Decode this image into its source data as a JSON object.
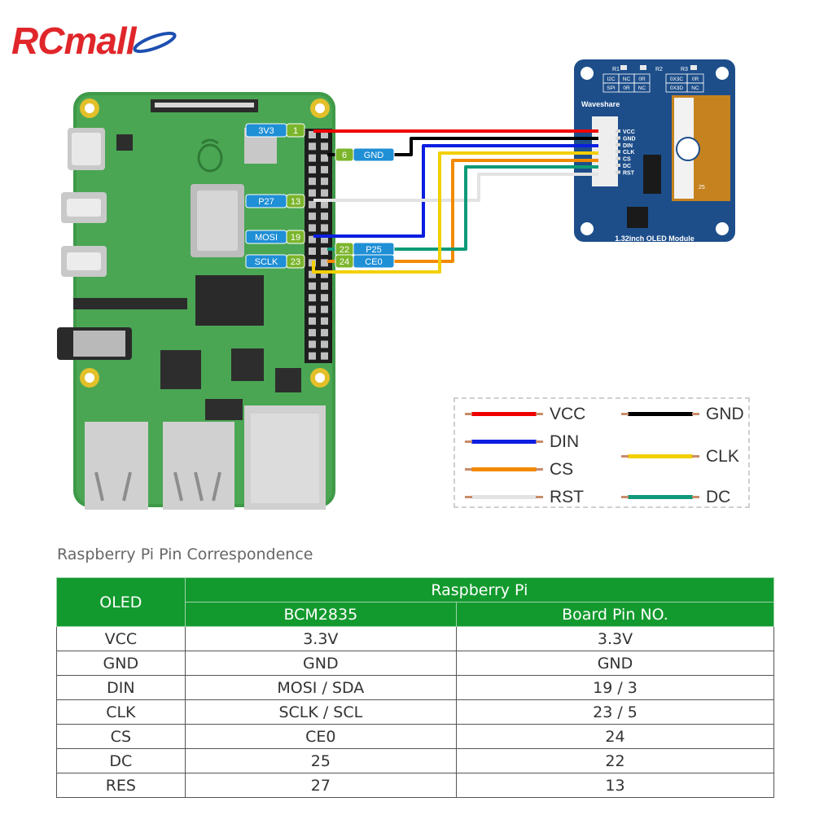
{
  "brand": {
    "logo_text": "RCmall"
  },
  "pins_left": [
    {
      "name": "3V3",
      "num": "1"
    },
    {
      "name": "P27",
      "num": "13"
    },
    {
      "name": "MOSI",
      "num": "19"
    },
    {
      "name": "SCLK",
      "num": "23"
    }
  ],
  "pins_right": [
    {
      "name": "GND",
      "num": "6"
    },
    {
      "name": "P25",
      "num": "22"
    },
    {
      "name": "CE0",
      "num": "24"
    }
  ],
  "oled": {
    "module_label": "1.32inch OLED Module",
    "brand_label": "Waveshare",
    "connector_pins": [
      "VCC",
      "GND",
      "DIN",
      "CLK",
      "CS",
      "DC",
      "RST"
    ],
    "resistors": [
      "R1",
      "R2",
      "R3"
    ],
    "table_left": [
      [
        "I2C",
        "NC",
        "0R"
      ],
      [
        "SPI",
        "0R",
        "NC"
      ]
    ],
    "table_right": [
      [
        "0X3C",
        "0R"
      ],
      [
        "0X3D",
        "NC"
      ]
    ],
    "flex_number": "25"
  },
  "legend": [
    {
      "label": "VCC",
      "color": "#ee0000"
    },
    {
      "label": "GND",
      "color": "#000000"
    },
    {
      "label": "DIN",
      "color": "#0a1ee0"
    },
    {
      "label": "CLK",
      "color": "#f2d000"
    },
    {
      "label": "CS",
      "color": "#f28a00"
    },
    {
      "label": "DC",
      "color": "#0e9a78"
    },
    {
      "label": "RST",
      "color": "#e3e3e3"
    }
  ],
  "section_title": "Raspberry Pi Pin Correspondence",
  "table": {
    "oled_header": "OLED",
    "rpi_header": "Raspberry Pi",
    "col_bcm": "BCM2835",
    "col_board": "Board Pin NO.",
    "rows": [
      [
        "VCC",
        "3.3V",
        "3.3V"
      ],
      [
        "GND",
        "GND",
        "GND"
      ],
      [
        "DIN",
        "MOSI / SDA",
        "19 / 3"
      ],
      [
        "CLK",
        "SCLK / SCL",
        "23 / 5"
      ],
      [
        "CS",
        "CE0",
        "24"
      ],
      [
        "DC",
        "25",
        "22"
      ],
      [
        "RES",
        "27",
        "13"
      ]
    ]
  }
}
